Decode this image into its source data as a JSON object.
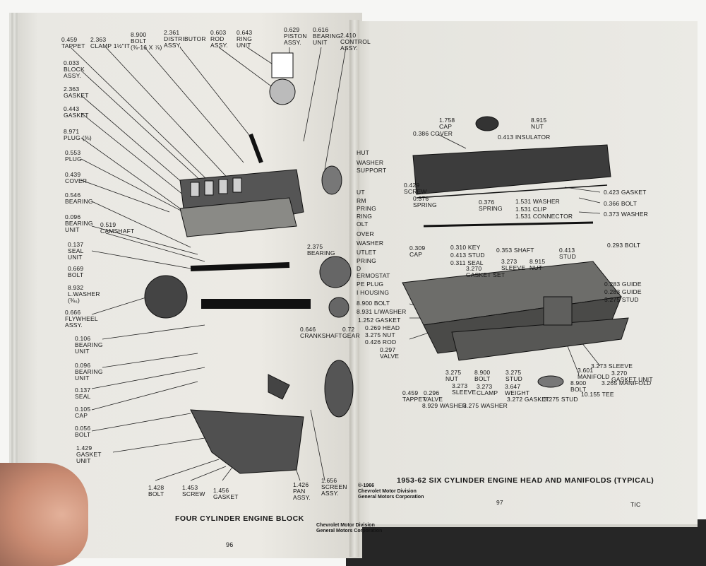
{
  "left_page": {
    "title": "FOUR CYLINDER ENGINE BLOCK",
    "page_number": "96",
    "footer": "Chevrolet Motor Division\nGeneral Motors Corporation",
    "labels": [
      "0.459\nTAPPET",
      "2.363\nCLAMP 1½\"IT",
      "8.900\nBOLT\n(⅜-16 x ⅞)",
      "2.361\nDISTRIBUTOR\nASSY.",
      "0.603\nROD\nASSY.",
      "0.643\nRING\nUNIT",
      "0.629\nPISTON\nASSY.",
      "0.616\nBEARING\nUNIT",
      "2.410\nCONTROL\nASSY.",
      "0.033\nBLOCK\nASSY.",
      "2.363\nGASKET",
      "0.443\nGASKET",
      "8.971\nPLUG (⅜)",
      "0.553\nPLUG",
      "0.439\nCOVER",
      "0.546\nBEARING",
      "0.096\nBEARING\nUNIT",
      "0.519\nCAMSHAFT",
      "0.137\nSEAL\nUNIT",
      "0.669\nBOLT",
      "8.932\nL.WASHER\n(⅜₆)",
      "0.666\nFLYWHEEL\nASSY.",
      "0.106\nBEARING\nUNIT",
      "0.096\nBEARING\nUNIT",
      "0.137\nSEAL",
      "0.105\nCAP",
      "0.056\nBOLT",
      "1.429\nGASKET\nUNIT",
      "1.428\nBOLT",
      "1.453\nSCREW",
      "1.456\nGASKET",
      "1.426\nPAN\nASSY.",
      "1.656\nSCREEN\nASSY.",
      "2.375\nBEARING",
      "0.646\nCRANKSHAFT",
      "0.72\nGEAR"
    ]
  },
  "right_page": {
    "title": "1953-62 SIX CYLINDER ENGINE HEAD AND MANIFOLDS (TYPICAL)",
    "page_number": "97",
    "code": "TIC",
    "copyright": "©-1966\nChevrolet Motor Division\nGeneral Motors Corporation",
    "labels": [
      "1.758\nCAP",
      "8.915\nNUT",
      "0.386 COVER",
      "0.413 INSULATOR",
      "0.423 GASKET",
      "0.366 BOLT",
      "0.373 WASHER",
      "0.429\nSCREW",
      "0.376\nSPRING",
      "0.376\nSPRING",
      "1.531 WASHER",
      "1.531 CLIP",
      "1.531 CONNECTOR",
      "0.353 SHAFT",
      "0.309\nCAP",
      "0.310 KEY",
      "0.413 STUD",
      "0.311 SEAL",
      "3.270\nGASKET SET",
      "3.273\nSLEEVE",
      "8.915\nNUT",
      "0.413\nSTUD",
      "0.293 BOLT",
      "0.283 GUIDE",
      "0.283 GUIDE",
      "3.275 STUD",
      "8.900 BOLT",
      "8.931 L/WASHER",
      "1.252 GASKET",
      "0.269 HEAD",
      "3.275 NUT",
      "0.426 ROD",
      "0.297\nVALVE",
      "3.273 SLEEVE",
      "3.601\nMANIFOLD",
      "3.270\nGASKET UNIT",
      "3.265 MANIFOLD",
      "3.275\nNUT",
      "3.273\nSLEEVE",
      "8.900\nBOLT",
      "3.275\nSTUD",
      "3.273\nCLAMP",
      "3.647\nWEIGHT",
      "8.900\nBOLT",
      "0.459\nTAPPET",
      "0.296\nVALVE",
      "8.929 WASHER",
      "3.275 WASHER",
      "3.272 GASKET",
      "3.275 STUD",
      "10.155 TEE",
      "HUT",
      "WASHER",
      "SUPPORT",
      "UT",
      "RM",
      "PRING",
      "RING",
      "OLT",
      "OVER",
      "WASHER",
      "UTLET",
      "PRING",
      "D",
      "ERMOSTAT",
      "PE PLUG",
      "I HOUSING"
    ]
  }
}
